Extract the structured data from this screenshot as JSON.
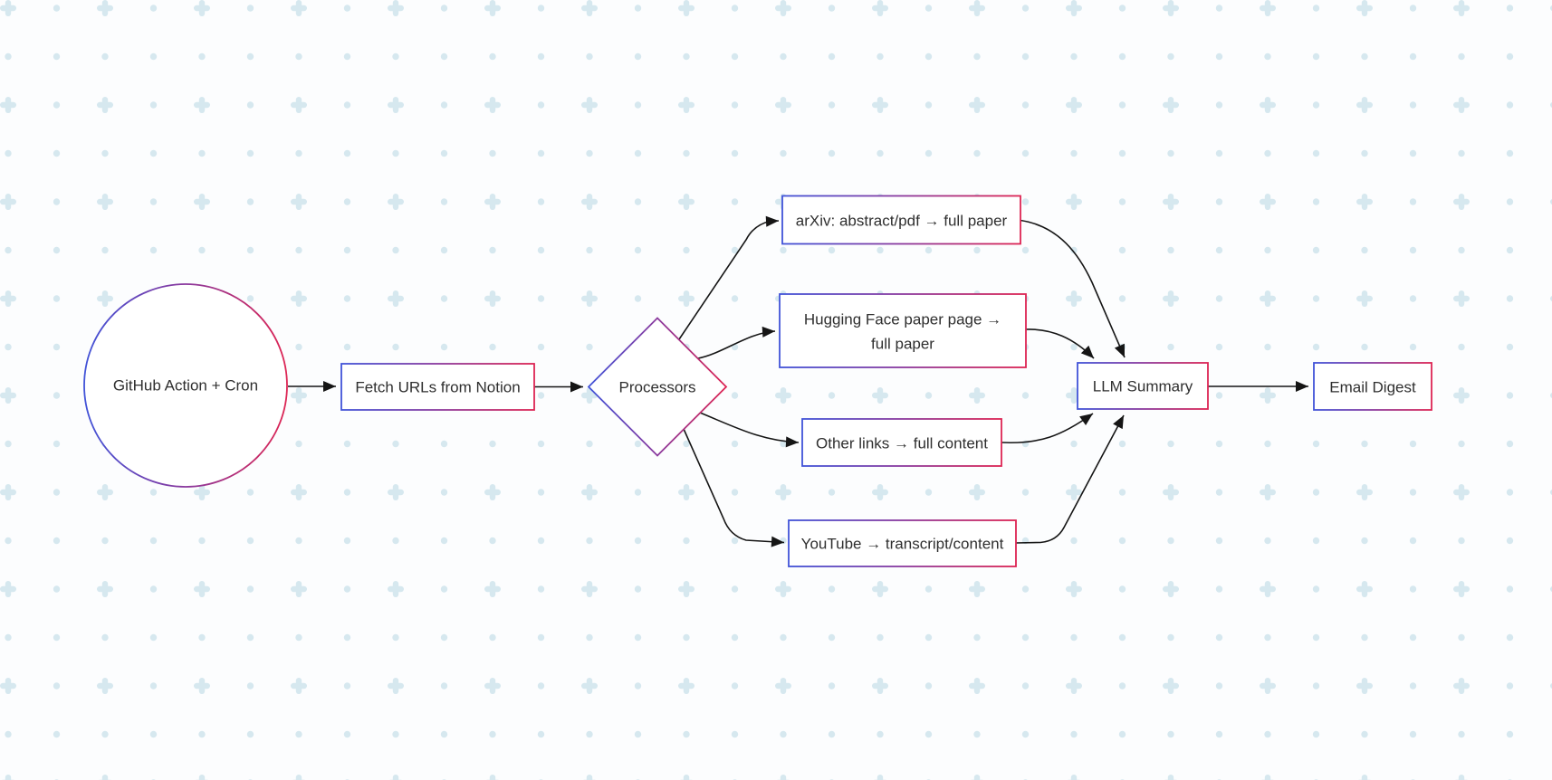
{
  "canvas": {
    "background_color": "#fcfdfe",
    "pattern_color": "#d6e8ef",
    "node_fill": "#ffffff",
    "border_gradient_start": "#4153d8",
    "border_gradient_end": "#dd2453",
    "edge_color": "#151515",
    "text_color": "#2f2f2f"
  },
  "diagram": {
    "nodes": {
      "trigger": {
        "shape": "circle",
        "label": "GitHub Action + Cron"
      },
      "fetch": {
        "shape": "rect",
        "label": "Fetch URLs from Notion"
      },
      "processors": {
        "shape": "diamond",
        "label": "Processors"
      },
      "arxiv": {
        "shape": "rect",
        "label": "arXiv: abstract/pdf → full paper"
      },
      "huggingface": {
        "shape": "rect",
        "label_line1": "Hugging Face paper page →",
        "label_line2": "full paper"
      },
      "other": {
        "shape": "rect",
        "label": "Other links → full content"
      },
      "youtube": {
        "shape": "rect",
        "label": "YouTube → transcript/content"
      },
      "llm": {
        "shape": "rect",
        "label": "LLM Summary"
      },
      "email": {
        "shape": "rect",
        "label": "Email Digest"
      }
    },
    "edges": [
      {
        "from": "trigger",
        "to": "fetch"
      },
      {
        "from": "fetch",
        "to": "processors"
      },
      {
        "from": "processors",
        "to": "arxiv"
      },
      {
        "from": "processors",
        "to": "huggingface"
      },
      {
        "from": "processors",
        "to": "other"
      },
      {
        "from": "processors",
        "to": "youtube"
      },
      {
        "from": "arxiv",
        "to": "llm"
      },
      {
        "from": "huggingface",
        "to": "llm"
      },
      {
        "from": "other",
        "to": "llm"
      },
      {
        "from": "youtube",
        "to": "llm"
      },
      {
        "from": "llm",
        "to": "email"
      }
    ]
  }
}
